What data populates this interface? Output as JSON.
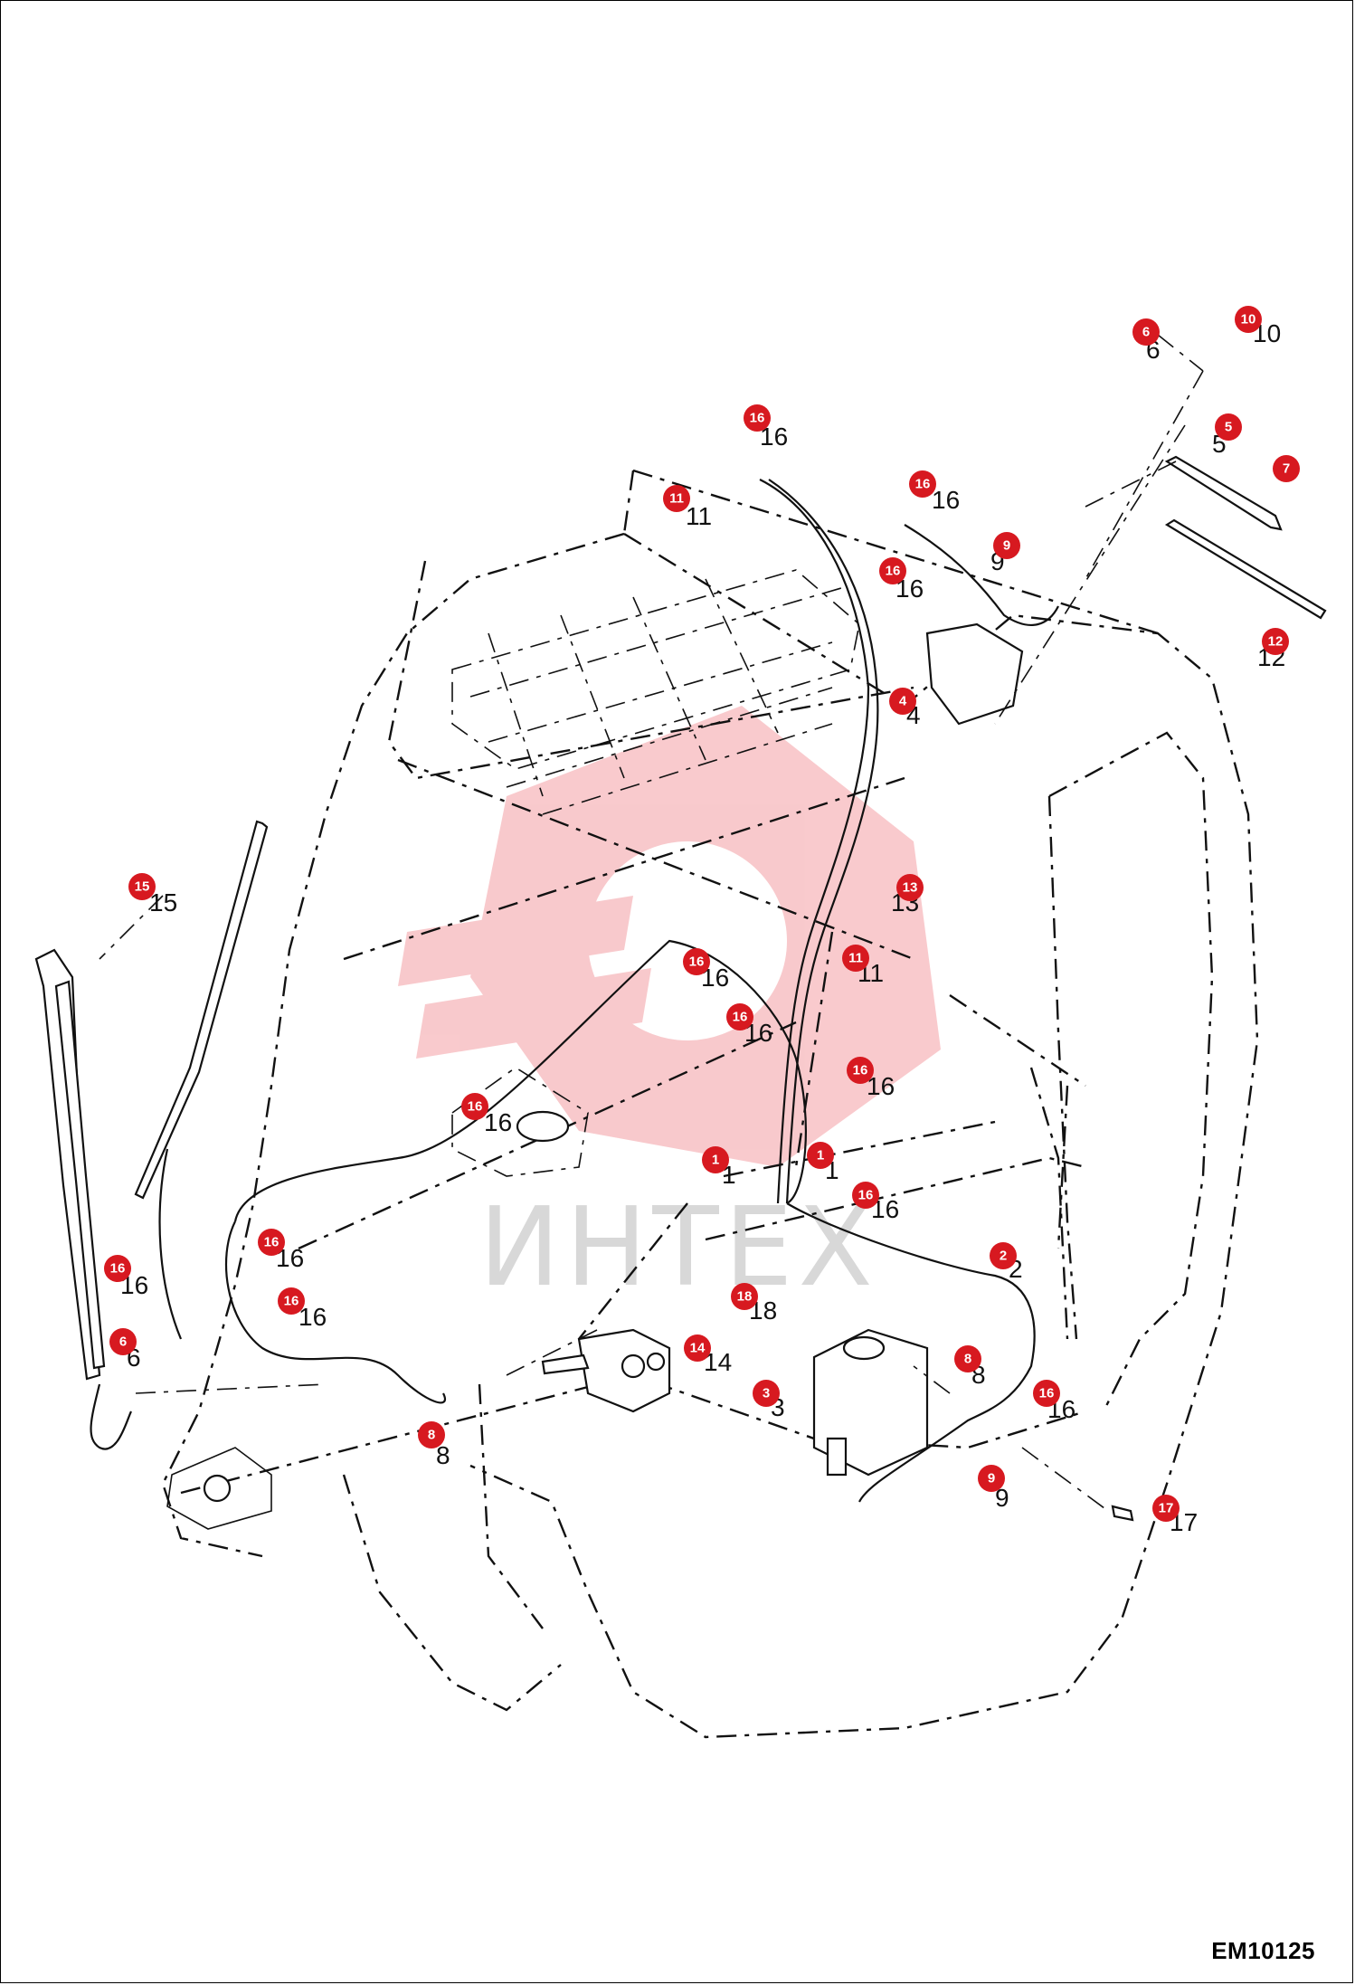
{
  "drawing_code": "EM10125",
  "watermark_text": "ИНТЕХ",
  "colors": {
    "badge": "#d71920",
    "line": "#111111",
    "watermark": "#f2b9b9",
    "background": "#ffffff"
  },
  "callouts": [
    {
      "num": "10",
      "label": "10"
    },
    {
      "num": "6",
      "label": "6"
    },
    {
      "num": "16",
      "label": "16"
    },
    {
      "num": "5",
      "label": "5"
    },
    {
      "num": "7",
      "label": ""
    },
    {
      "num": "11",
      "label": "11"
    },
    {
      "num": "16",
      "label": "16"
    },
    {
      "num": "9",
      "label": "9"
    },
    {
      "num": "16",
      "label": "16"
    },
    {
      "num": "12",
      "label": "12"
    },
    {
      "num": "4",
      "label": "4"
    },
    {
      "num": "13",
      "label": "13"
    },
    {
      "num": "15",
      "label": "15"
    },
    {
      "num": "16",
      "label": "16"
    },
    {
      "num": "11",
      "label": "11"
    },
    {
      "num": "16",
      "label": "16"
    },
    {
      "num": "16",
      "label": "16"
    },
    {
      "num": "16",
      "label": "16"
    },
    {
      "num": "1",
      "label": "1"
    },
    {
      "num": "1",
      "label": "1"
    },
    {
      "num": "16",
      "label": "16"
    },
    {
      "num": "16",
      "label": "16"
    },
    {
      "num": "16",
      "label": "16"
    },
    {
      "num": "2",
      "label": "2"
    },
    {
      "num": "16",
      "label": "16"
    },
    {
      "num": "18",
      "label": "18"
    },
    {
      "num": "6",
      "label": "6"
    },
    {
      "num": "14",
      "label": "14"
    },
    {
      "num": "8",
      "label": "8"
    },
    {
      "num": "3",
      "label": "3"
    },
    {
      "num": "16",
      "label": "16"
    },
    {
      "num": "8",
      "label": "8"
    },
    {
      "num": "9",
      "label": "9"
    },
    {
      "num": "17",
      "label": "17"
    }
  ]
}
